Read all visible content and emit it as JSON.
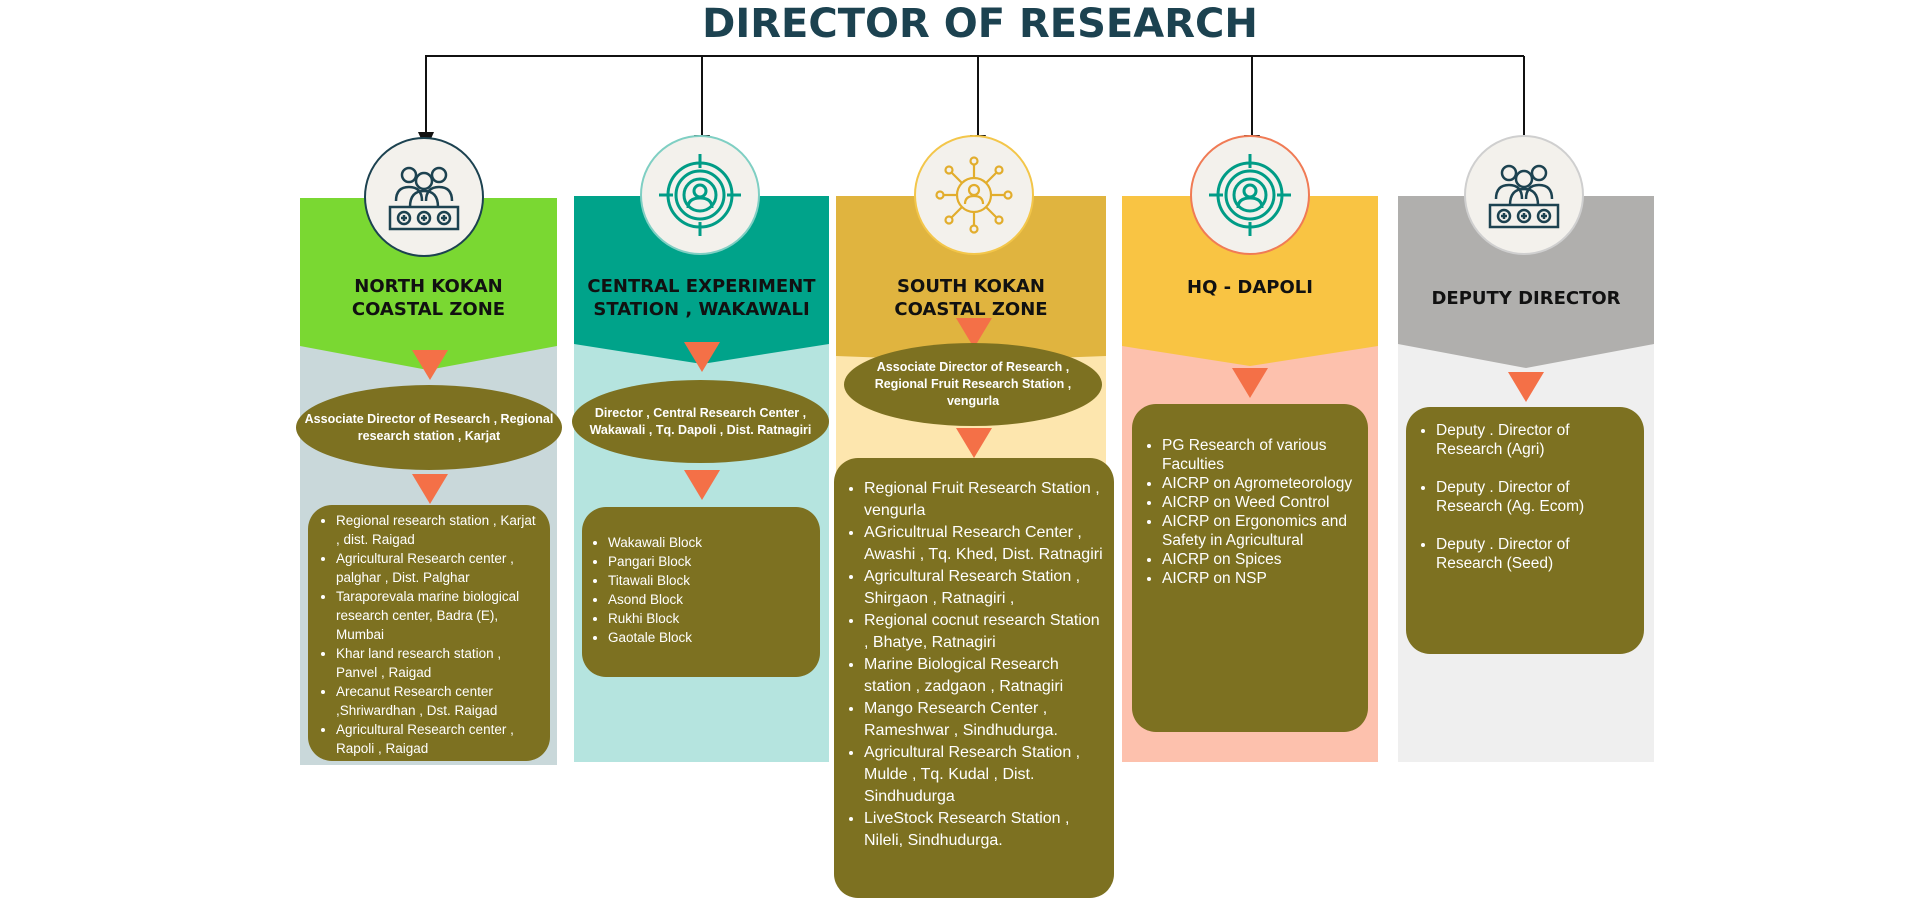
{
  "title": "DIRECTOR OF RESEARCH",
  "colors": {
    "north": "#7ad832",
    "central": "#00a38a",
    "south": "#e0b43f",
    "hq": "#f9c443",
    "deputy": "#b0afad",
    "box": "#7d7121",
    "arrow": "#f47047"
  },
  "zones": [
    {
      "title_line1": "NORTH KOKAN",
      "title_line2": "COASTAL ZONE",
      "icon": "team-icon",
      "head": "Associate Director of Research , Regional research station , Karjat",
      "items": [
        "Regional research station , Karjat , dist. Raigad",
        "Agricultural Research center , palghar , Dist. Palghar",
        "Taraporevala  marine biological research center, Badra (E), Mumbai",
        "Khar land research station , Panvel , Raigad",
        "Arecanut Research center ,Shriwardhan , Dst. Raigad",
        "Agricultural Research center , Rapoli , Raigad"
      ]
    },
    {
      "title_line1": "CENTRAL EXPERIMENT",
      "title_line2": "STATION , WAKAWALI",
      "icon": "target-person-icon",
      "head": "Director , Central Research Center , Wakawali , Tq. Dapoli , Dist. Ratnagiri",
      "items": [
        "Wakawali Block",
        "Pangari Block",
        "Titawali Block",
        "Asond Block",
        "Rukhi Block",
        "Gaotale Block"
      ]
    },
    {
      "title_line1": "SOUTH KOKAN",
      "title_line2": "COASTAL ZONE",
      "icon": "network-person-icon",
      "head": "Associate Director of Research , Regional Fruit Research Station , vengurla",
      "items": [
        "Regional Fruit Research Station , vengurla",
        "AGricultrual Research Center , Awashi , Tq. Khed, Dist. Ratnagiri",
        "Agricultural Research Station , Shirgaon , Ratnagiri ,",
        "Regional cocnut research Station , Bhatye, Ratnagiri",
        "Marine Biological Research station , zadgaon , Ratnagiri",
        "Mango Research Center , Rameshwar , Sindhudurga.",
        "Agricultural Research Station , Mulde , Tq. Kudal , Dist. Sindhudurga",
        "LiveStock Research Station , Nileli, Sindhudurga."
      ]
    },
    {
      "title_line1": "HQ - DAPOLI",
      "icon": "target-person-icon",
      "items": [
        "PG Research of various Faculties",
        "AICRP on Agrometeorology",
        "AICRP on Weed Control",
        "AICRP on Ergonomics and Safety in Agricultural",
        "AICRP on Spices",
        "AICRP on NSP"
      ]
    },
    {
      "title_line1": "DEPUTY DIRECTOR",
      "icon": "team-icon",
      "items": [
        "Deputy . Director of Research (Agri)",
        "Deputy . Director of Research (Ag. Ecom)",
        "Deputy . Director of Research (Seed)"
      ]
    }
  ]
}
